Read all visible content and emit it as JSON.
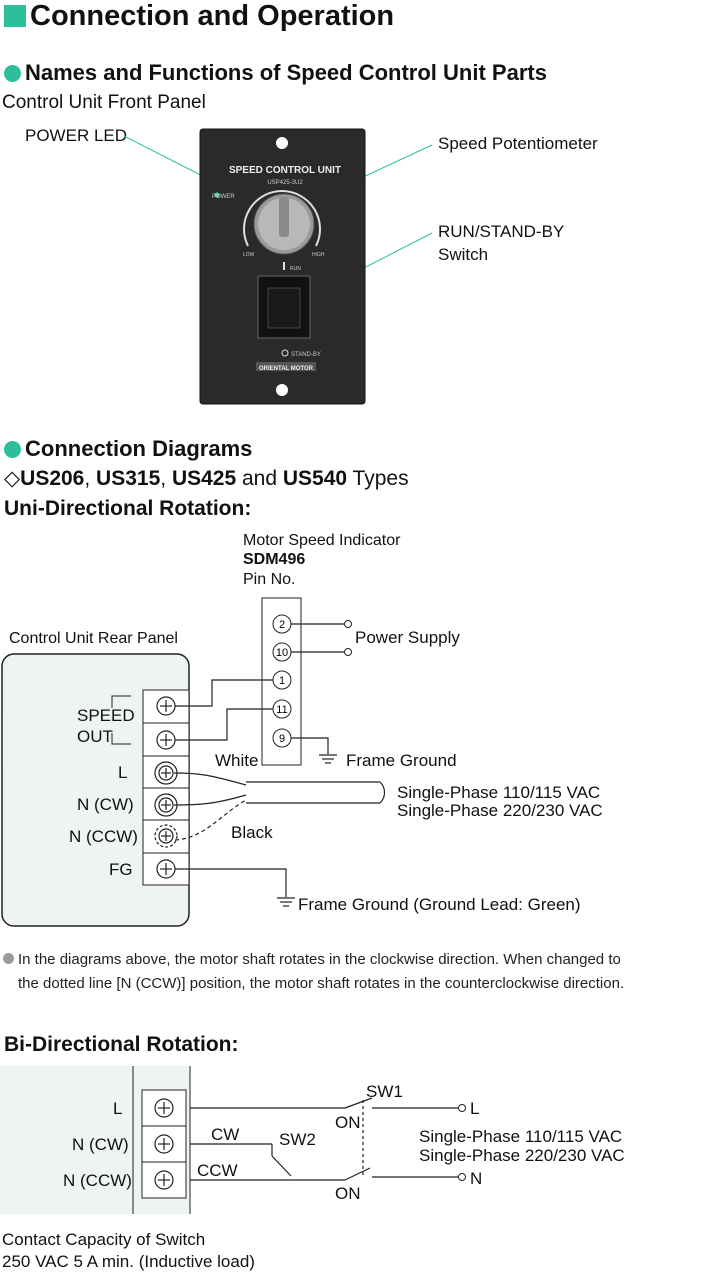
{
  "header": {
    "title": "Connection and Operation"
  },
  "parts_section": {
    "title": "Names and Functions of Speed Control Unit Parts",
    "subtitle": "Control Unit Front Panel",
    "callouts": {
      "power_led": "POWER LED",
      "speed_pot": "Speed Potentiometer",
      "run_switch_1": "RUN/STAND-BY",
      "run_switch_2": "Switch"
    },
    "panel": {
      "title": "SPEED CONTROL UNIT",
      "model": "USP425-3U2",
      "power": "POWER",
      "low": "LOW",
      "high": "HIGH",
      "run": "RUN",
      "standby": "STAND-BY",
      "brand": "ORIENTAL MOTOR"
    }
  },
  "connection_section": {
    "title": "Connection Diagrams",
    "types": {
      "m1": "US206",
      "s1": ", ",
      "m2": "US315",
      "s2": ", ",
      "m3": "US425",
      "s3": " and ",
      "m4": "US540",
      "s4": " Types"
    },
    "uni_title": "Uni-Directional Rotation:",
    "indicator_1": "Motor Speed Indicator",
    "indicator_2": "SDM496",
    "indicator_3": "Pin No.",
    "rear_panel": "Control Unit Rear Panel",
    "pins": [
      "2",
      "10",
      "1",
      "11",
      "9"
    ],
    "power_supply": "Power Supply",
    "speed": "SPEED",
    "out": "OUT",
    "terminals": [
      "L",
      "N (CW)",
      "N (CCW)",
      "FG"
    ],
    "white": "White",
    "black": "Black",
    "frame_ground": "Frame Ground",
    "single_phase_1": "Single-Phase 110/115 VAC",
    "single_phase_2": "Single-Phase 220/230 VAC",
    "frame_ground_green": "Frame Ground (Ground Lead: Green)",
    "note_1": "In the diagrams above, the motor shaft rotates in the clockwise direction. When changed to",
    "note_2": "the dotted line [N (CCW)] position, the motor shaft rotates in the counterclockwise direction."
  },
  "bi_section": {
    "title": "Bi-Directional Rotation:",
    "terminals": [
      "L",
      "N (CW)",
      "N (CCW)"
    ],
    "sw1": "SW1",
    "sw2": "SW2",
    "on": "ON",
    "cw": "CW",
    "ccw": "CCW",
    "l": "L",
    "n": "N",
    "single_phase_1": "Single-Phase 110/115 VAC",
    "single_phase_2": "Single-Phase 220/230 VAC",
    "contact_1": "Contact Capacity of Switch",
    "contact_2": "250 VAC 5 A min. (Inductive load)"
  },
  "colors": {
    "accent": "#2dbf9a",
    "panel": "#2a2a2a",
    "panel_bg": "#eef4f1"
  }
}
